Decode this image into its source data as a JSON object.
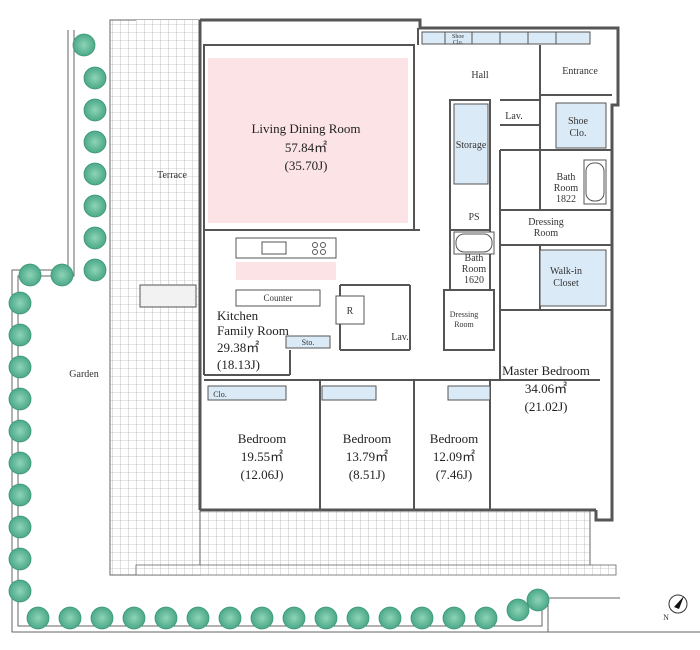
{
  "rooms": {
    "living": {
      "name": "Living Dining Room",
      "area": "57.84㎡",
      "jo": "(35.70J)"
    },
    "kitchen": {
      "name1": "Kitchen",
      "name2": "Family Room",
      "area": "29.38㎡",
      "jo": "(18.13J)"
    },
    "bedroom1": {
      "name": "Bedroom",
      "area": "19.55㎡",
      "jo": "(12.06J)"
    },
    "bedroom2": {
      "name": "Bedroom",
      "area": "13.79㎡",
      "jo": "(8.51J)"
    },
    "bedroom3": {
      "name": "Bedroom",
      "area": "12.09㎡",
      "jo": "(7.46J)"
    },
    "master": {
      "name": "Master Bedroom",
      "area": "34.06㎡",
      "jo": "(21.02J)"
    },
    "hall": "Hall",
    "entrance": "Entrance",
    "shoe_clo": {
      "line1": "Shoe",
      "line2": "Clo."
    },
    "storage": "Storage",
    "lav": "Lav.",
    "lav2": "Lav.",
    "bath1822": {
      "line1": "Bath",
      "line2": "Room",
      "line3": "1822"
    },
    "bath1620": {
      "line1": "Bath",
      "line2": "Room",
      "line3": "1620"
    },
    "dressing1": {
      "line1": "Dressing",
      "line2": "Room"
    },
    "dressing2": {
      "line1": "Dressing",
      "line2": "Room"
    },
    "walkin": {
      "line1": "Walk-in",
      "line2": "Closet"
    },
    "ps": "PS",
    "counter": "Counter",
    "sto": "Sto.",
    "r": "R",
    "clo": "Clo.",
    "terrace": "Terrace",
    "garden": "Garden",
    "north": "N",
    "shoe_top": {
      "line1": "Shoe",
      "line2": "Clo."
    }
  },
  "colors": {
    "living_fill": "#fbe3e6",
    "wet_fill": "#dbeaf7",
    "wall": "#555555",
    "tree": "#5fb99b"
  }
}
